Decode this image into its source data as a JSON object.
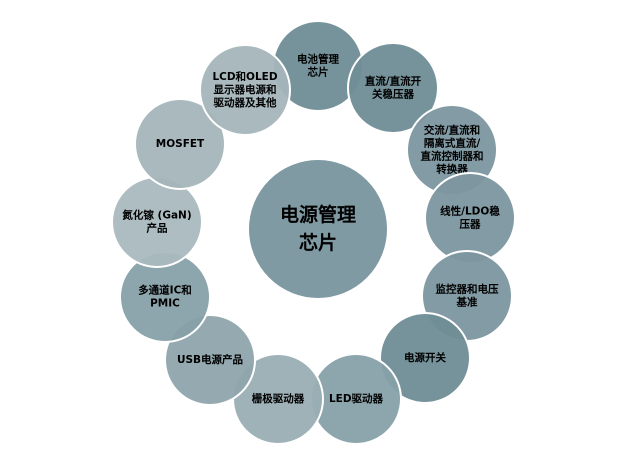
{
  "center": {
    "lines": [
      "电源管理",
      "芯片"
    ]
  },
  "nodes": [
    {
      "lines": [
        "电池管理",
        "芯片"
      ]
    },
    {
      "lines": [
        "直流/直流开",
        "关稳压器"
      ]
    },
    {
      "lines": [
        "交流/直流和",
        "隔离式直流/",
        "直流控制器和",
        "转换器"
      ]
    },
    {
      "lines": [
        "线性/LDO稳",
        "压器"
      ]
    },
    {
      "lines": [
        "监控器和电压",
        "基准"
      ]
    },
    {
      "lines": [
        "电源开关"
      ]
    },
    {
      "lines": [
        "LED驱动器"
      ]
    },
    {
      "lines": [
        "栅极驱动器"
      ]
    },
    {
      "lines": [
        "USB电源产品"
      ]
    },
    {
      "lines": [
        "多通道IC和",
        "PMIC"
      ]
    },
    {
      "lines": [
        "氮化镓 (GaN)",
        "产品"
      ]
    },
    {
      "lines": [
        "MOSFET"
      ]
    },
    {
      "lines": [
        "LCD和OLED",
        "显示器电源和",
        "驱动器及其他"
      ]
    }
  ],
  "colors": {
    "center_fill": "#7f9aa3",
    "node_fills": [
      "#6f8d96",
      "#6f8d96",
      "#7c969f",
      "#7c969f",
      "#7c969f",
      "#6f8d96",
      "#87a0a8",
      "#9aaeb4",
      "#8ea5ac",
      "#87a0a8",
      "#a9b9be",
      "#a4b5ba",
      "#a4b5ba"
    ]
  }
}
